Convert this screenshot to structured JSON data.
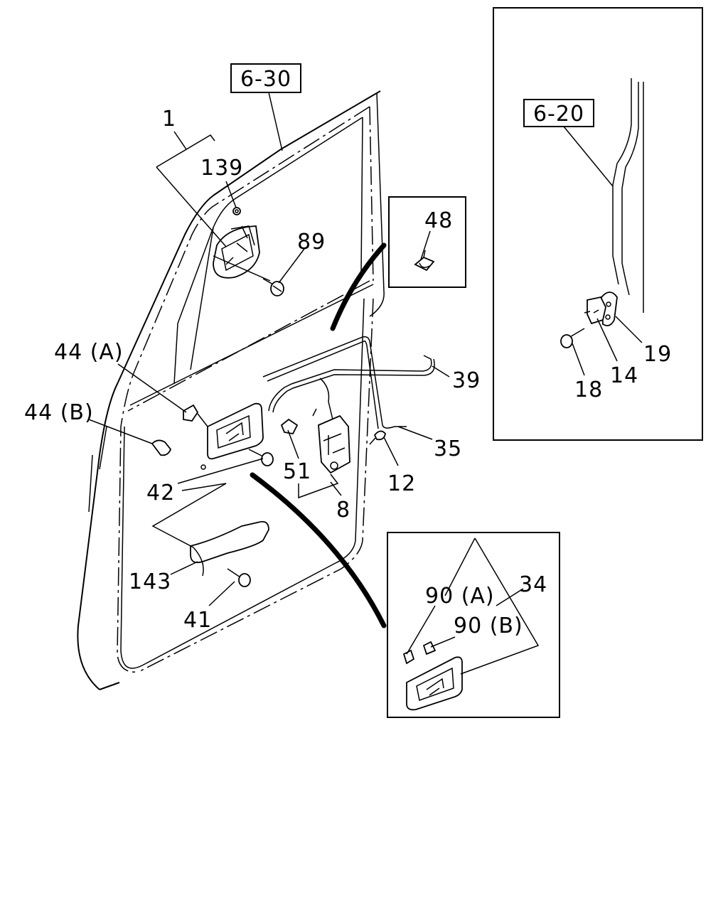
{
  "refs": {
    "r630": "6-30",
    "r620": "6-20"
  },
  "labels": {
    "l1": "1",
    "l139": "139",
    "l89": "89",
    "l48": "48",
    "l44a": "44 (A)",
    "l44b": "44 (B)",
    "l42": "42",
    "l51": "51",
    "l8": "8",
    "l12": "12",
    "l35": "35",
    "l39": "39",
    "l143": "143",
    "l41": "41",
    "l90a": "90 (A)",
    "l90b": "90 (B)",
    "l34": "34",
    "l19": "19",
    "l14": "14",
    "l18": "18"
  }
}
